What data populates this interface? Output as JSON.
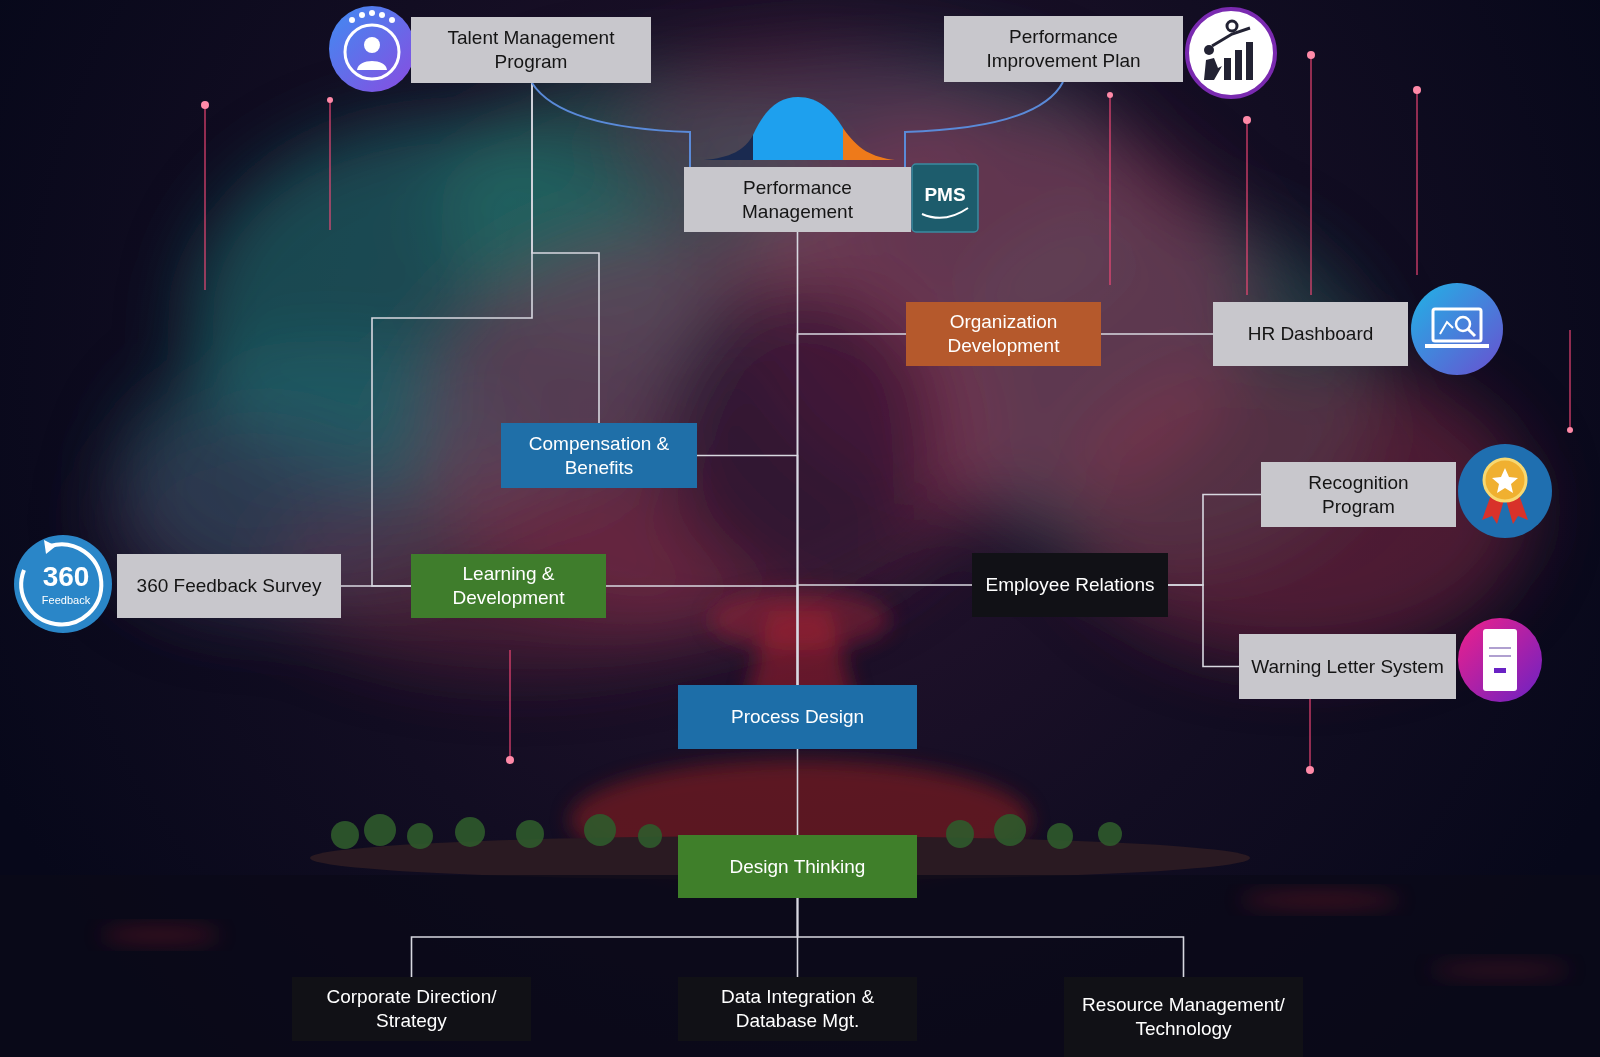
{
  "diagram": {
    "nodes": [
      {
        "text": [
          "Talent Management Program"
        ]
      },
      {
        "text": [
          "Performance Improvement Plan"
        ]
      },
      {
        "text": [
          "Performance Management"
        ]
      },
      {
        "text": [
          "Organization Development"
        ]
      },
      {
        "text": [
          "HR Dashboard"
        ]
      },
      {
        "text": [
          "Compensation & Benefits"
        ]
      },
      {
        "text": [
          "Recognition Program"
        ]
      },
      {
        "text": [
          "360 Feedback Survey"
        ]
      },
      {
        "text": [
          "Learning & Development"
        ]
      },
      {
        "text": [
          "Employee Relations"
        ]
      },
      {
        "text": [
          "Warning Letter System"
        ]
      },
      {
        "text": [
          "Process Design"
        ]
      },
      {
        "text": [
          "Design Thinking"
        ]
      },
      {
        "text": [
          "Corporate Direction/ Strategy"
        ]
      },
      {
        "text": [
          "Data Integration & Database Mgt."
        ]
      },
      {
        "text": [
          "Resource Management/ Technology"
        ]
      }
    ],
    "edges": [
      {
        "from": 12,
        "to": 11,
        "arrow": "none"
      },
      {
        "from": 11,
        "to": 2,
        "arrow": "none"
      },
      {
        "from": 11,
        "to": 3,
        "arrow": "none"
      },
      {
        "from": 11,
        "to": 5,
        "arrow": "none"
      },
      {
        "from": 11,
        "to": 8,
        "arrow": "none"
      },
      {
        "from": 11,
        "to": 9,
        "arrow": "none"
      },
      {
        "from": 3,
        "to": 4,
        "arrow": "none"
      },
      {
        "from": 9,
        "to": 6,
        "arrow": "none"
      },
      {
        "from": 9,
        "to": 10,
        "arrow": "none"
      },
      {
        "from": 8,
        "to": 7,
        "arrow": "none"
      },
      {
        "from": 0,
        "to": 5,
        "arrow": "none"
      },
      {
        "from": 0,
        "to": 8,
        "arrow": "none"
      },
      {
        "from": 2,
        "to": 0,
        "arrow": "none"
      },
      {
        "from": 2,
        "to": 1,
        "arrow": "none"
      },
      {
        "from": 12,
        "to": 13,
        "arrow": "none"
      },
      {
        "from": 12,
        "to": 14,
        "arrow": "none"
      },
      {
        "from": 12,
        "to": 15,
        "arrow": "none"
      }
    ],
    "labels": [
      "PMS",
      "360",
      "Feedback"
    ]
  }
}
